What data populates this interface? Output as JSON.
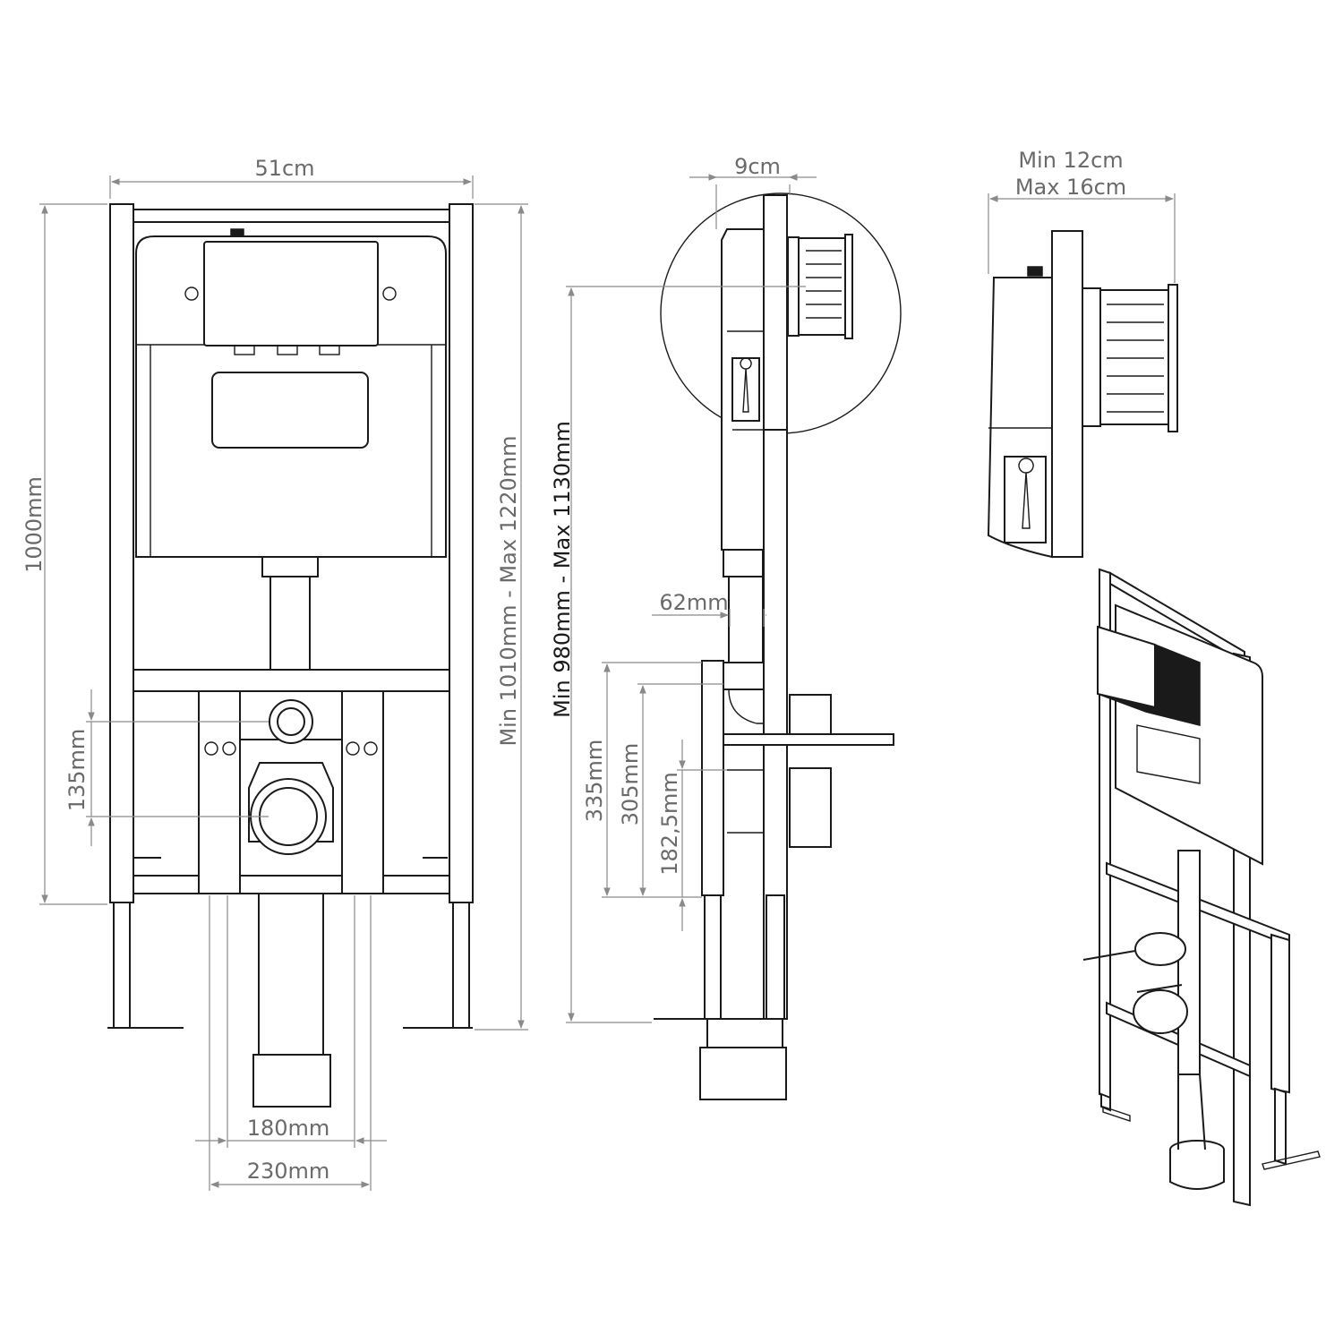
{
  "front_view": {
    "width_label": "51cm",
    "height_label": "1000mm",
    "adjustable_height_label": "Min 1010mm - Max 1220mm",
    "offset_label": "135mm",
    "inner_width_label": "180mm",
    "outer_width_label": "230mm"
  },
  "side_view": {
    "depth_label": "9cm",
    "height_label": "Min 980mm - Max 1130mm",
    "offset_label": "62mm",
    "height_1_label": "335mm",
    "height_2_label": "305mm",
    "height_3_label": "182,5mm"
  },
  "detail_view": {
    "min_label": "Min 12cm",
    "max_label": "Max 16cm"
  },
  "colors": {
    "line": "#1a1a1a",
    "dimension": "#8a8a8a",
    "text": "#6a6a6a"
  }
}
